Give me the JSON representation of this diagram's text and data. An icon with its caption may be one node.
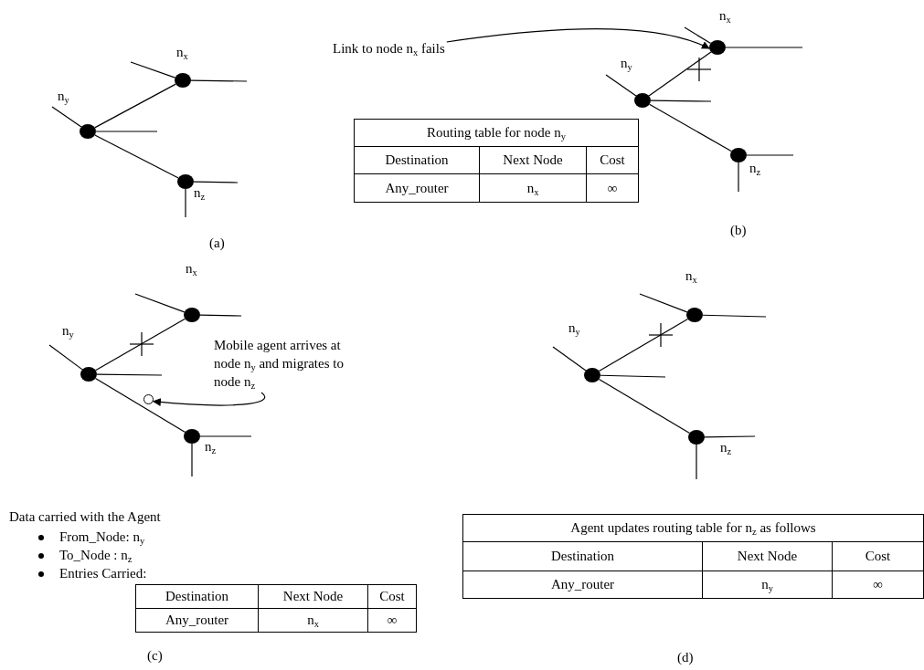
{
  "diagram": {
    "nodes": [
      {
        "text": [],
        "shape": "dot",
        "beside": [
          "n$_{x}$"
        ]
      },
      {
        "text": [],
        "shape": "dot",
        "beside": [
          "n$_{y}$"
        ]
      },
      {
        "text": [],
        "shape": "dot",
        "beside": [
          "n$_{z}$"
        ]
      },
      {
        "text": [
          "Link to node n$_{x}$ fails"
        ]
      },
      {
        "text": [],
        "shape": "dot",
        "beside": [
          "n$_{x}$"
        ]
      },
      {
        "text": [],
        "shape": "dot",
        "beside": [
          "n$_{y}$"
        ]
      },
      {
        "text": [],
        "shape": "dot",
        "beside": [
          "n$_{z}$"
        ]
      },
      {
        "text": [],
        "shape": "dot",
        "beside": [
          "n$_{x}$"
        ]
      },
      {
        "text": [],
        "shape": "dot",
        "beside": [
          "n$_{y}$"
        ]
      },
      {
        "text": [
          "Mobile agent arrives at node n$_{y}$ and migrates to node n$_{z}$"
        ]
      },
      {
        "text": [],
        "shape": "circle"
      },
      {
        "text": [],
        "shape": "dot",
        "beside": [
          "n$_{z}$"
        ]
      },
      {
        "text": [],
        "shape": "dot",
        "beside": [
          "n$_{x}$"
        ]
      },
      {
        "text": [],
        "shape": "dot",
        "beside": [
          "n$_{y}$"
        ]
      },
      {
        "text": [],
        "shape": "dot",
        "beside": [
          "n$_{z}$"
        ]
      }
    ],
    "edges": [
      {
        "from": 1,
        "to": 0,
        "arrow": "none"
      },
      {
        "from": 1,
        "to": 2,
        "arrow": "none"
      },
      {
        "from": 0,
        "to": null,
        "arrow": "none"
      },
      {
        "from": 0,
        "to": null,
        "arrow": "none"
      },
      {
        "from": 1,
        "to": null,
        "arrow": "none"
      },
      {
        "from": 1,
        "to": null,
        "arrow": "none"
      },
      {
        "from": 2,
        "to": null,
        "arrow": "none"
      },
      {
        "from": 2,
        "to": null,
        "arrow": "none"
      },
      {
        "from": 3,
        "to": 4,
        "arrow": "to"
      },
      {
        "from": 5,
        "to": 4,
        "arrow": "none"
      },
      {
        "from": 5,
        "to": 6,
        "arrow": "none"
      },
      {
        "from": 4,
        "to": null,
        "arrow": "none"
      },
      {
        "from": 4,
        "to": null,
        "arrow": "none"
      },
      {
        "from": 5,
        "to": null,
        "arrow": "none"
      },
      {
        "from": 5,
        "to": null,
        "arrow": "none"
      },
      {
        "from": 6,
        "to": null,
        "arrow": "none"
      },
      {
        "from": 6,
        "to": null,
        "arrow": "none"
      },
      {
        "from": 8,
        "to": 7,
        "arrow": "none"
      },
      {
        "from": 8,
        "to": 11,
        "arrow": "none"
      },
      {
        "from": 9,
        "to": 10,
        "arrow": "to"
      },
      {
        "from": 7,
        "to": null,
        "arrow": "none"
      },
      {
        "from": 7,
        "to": null,
        "arrow": "none"
      },
      {
        "from": 8,
        "to": null,
        "arrow": "none"
      },
      {
        "from": 8,
        "to": null,
        "arrow": "none"
      },
      {
        "from": 11,
        "to": null,
        "arrow": "none"
      },
      {
        "from": 11,
        "to": null,
        "arrow": "none"
      },
      {
        "from": 13,
        "to": 12,
        "arrow": "none"
      },
      {
        "from": 13,
        "to": 14,
        "arrow": "none"
      },
      {
        "from": 12,
        "to": null,
        "arrow": "none"
      },
      {
        "from": 12,
        "to": null,
        "arrow": "none"
      },
      {
        "from": 13,
        "to": null,
        "arrow": "none"
      },
      {
        "from": 13,
        "to": null,
        "arrow": "none"
      },
      {
        "from": 14,
        "to": null,
        "arrow": "none"
      },
      {
        "from": 14,
        "to": null,
        "arrow": "none"
      }
    ],
    "labels": [
      "Routing table for node n$_{y}$",
      "Destination",
      "Next Node",
      "Cost",
      "Any_router",
      "n$_{x}$",
      "∞",
      "(a)",
      "(b)",
      "Data carried with the Agent",
      "From_Node: n$_{y}$",
      "To_Node : n$_{z}$",
      "Entries Carried:",
      "Destination",
      "Next Node",
      "Cost",
      "Any_router",
      "n$_{x}$",
      "∞",
      "Agent updates routing table for n$_{z}$ as follows",
      "Destination",
      "Next Node",
      "Cost",
      "Any_router",
      "n$_{y}$",
      "∞",
      "(c)",
      "(d)"
    ]
  }
}
